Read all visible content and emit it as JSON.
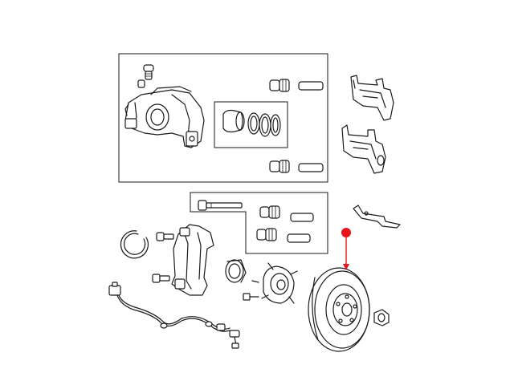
{
  "diagram": {
    "highlight_color": "#e8141c",
    "line_color": "#1a1a1a",
    "background": "#ffffff",
    "parts": [
      "caliper-assembly",
      "caliper-piston-seal-kit",
      "guide-pin-boot-kit",
      "brake-pad-set",
      "anti-rattle-clip",
      "caliper-guide-pin-bolt",
      "caliper-adapter",
      "snap-ring",
      "wheel-bearing",
      "hub-and-bearing",
      "brake-rotor",
      "lug-nut",
      "wheel-speed-sensor"
    ],
    "callout": {
      "target": "brake-rotor"
    }
  }
}
